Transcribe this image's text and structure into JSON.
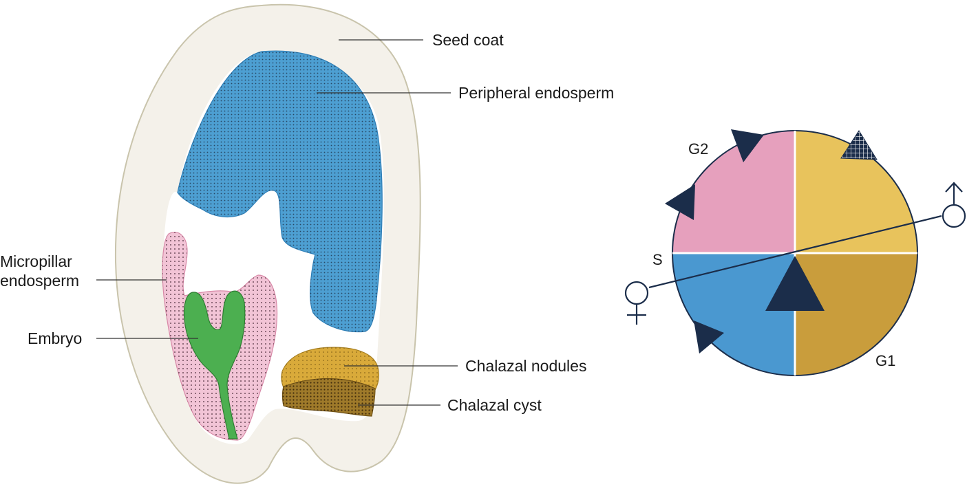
{
  "seed_diagram": {
    "labels": {
      "seed_coat": "Seed coat",
      "peripheral_endosperm": "Peripheral endosperm",
      "micropillar_line1": "Micropillar",
      "micropillar_line2": "endosperm",
      "embryo": "Embryo",
      "chalazal_nodules": "Chalazal nodules",
      "chalazal_cyst": "Chalazal cyst"
    },
    "colors": {
      "seed_coat_fill": "#f4f1ea",
      "seed_coat_stroke": "#c9c4ac",
      "peripheral_endosperm": "#4d9fd2",
      "micropillar_endosperm": "#f2c4d6",
      "embryo": "#4caf50",
      "chalazal_nodules": "#d9aa3a",
      "chalazal_cyst": "#9f7a2a"
    }
  },
  "cell_cycle": {
    "phases": {
      "g1": "G1",
      "s": "S",
      "g2": "G2"
    },
    "symbols": {
      "male": "male-symbol",
      "female": "female-symbol"
    },
    "colors": {
      "top_left": "#e6a0bd",
      "top_right": "#e8c35c",
      "bottom_left": "#4a98d0",
      "bottom_right": "#c99d3c",
      "arrow": "#1b2d4a"
    }
  }
}
